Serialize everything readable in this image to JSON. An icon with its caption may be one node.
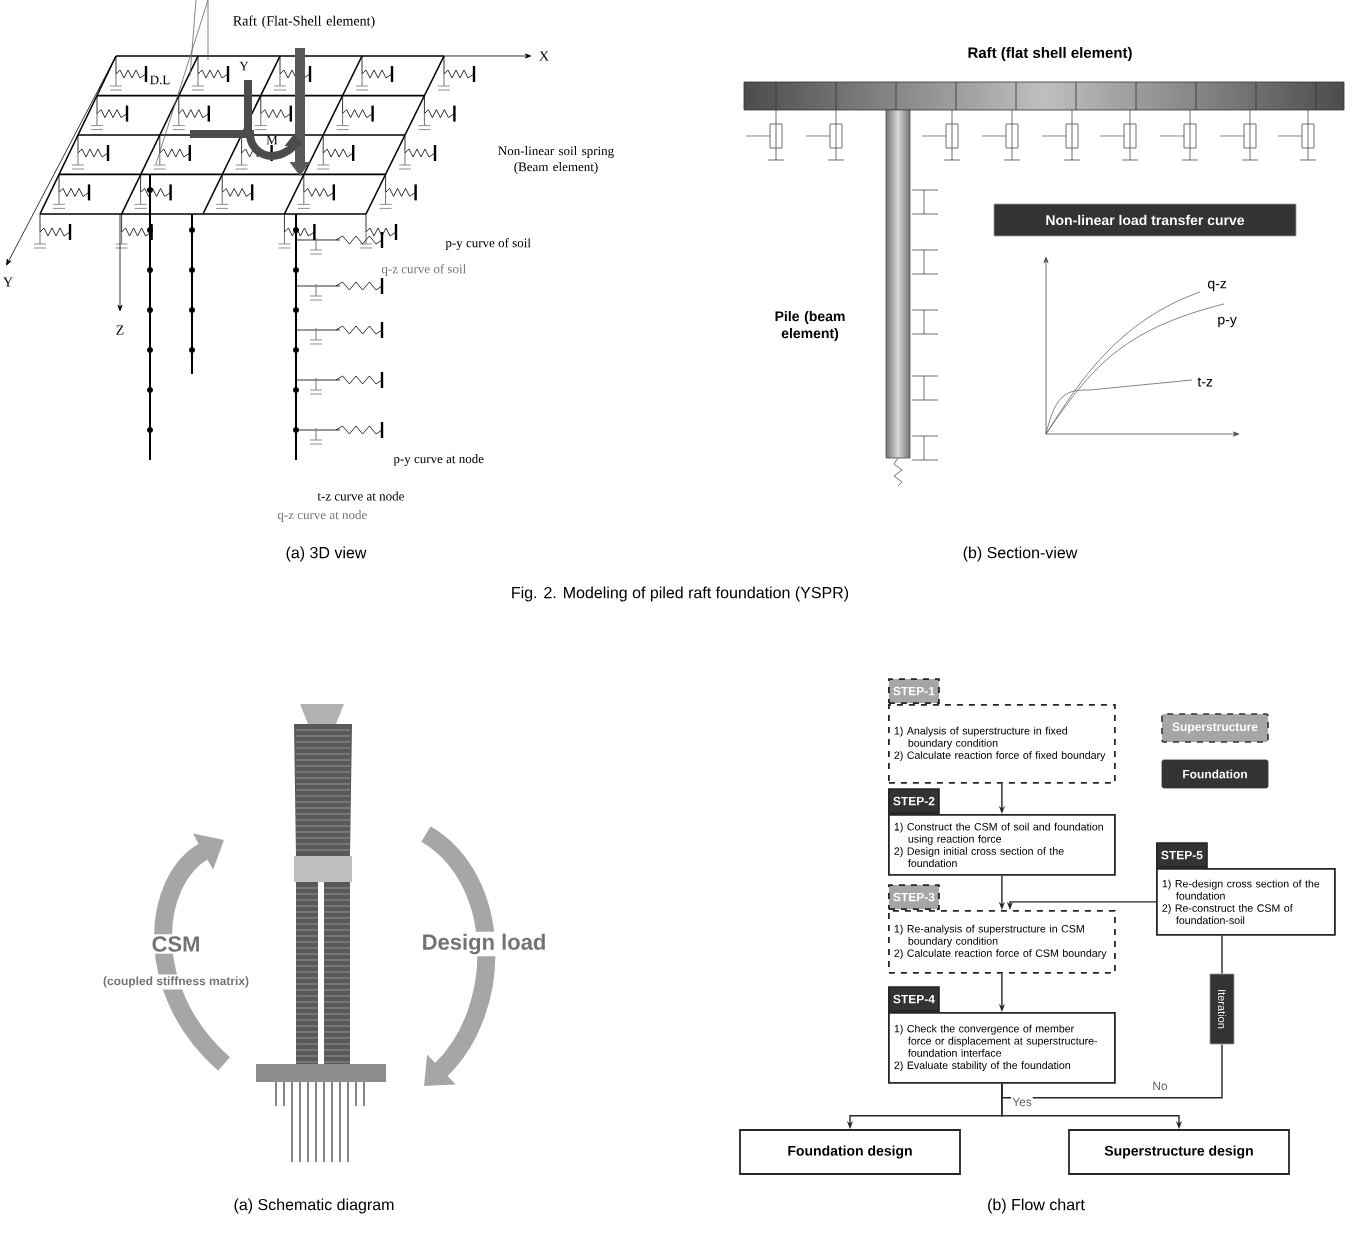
{
  "diagram": {
    "caption": "Fig. 2. Modeling of piled raft foundation (YSPR)",
    "nodes": [
      {
        "text": [
          "Non-linear load transfer curve"
        ]
      },
      {
        "text": [
          "STEP-1",
          "1) Analysis of superstructure in fixed boundary condition",
          "2) Calculate reaction force of fixed boundary"
        ]
      },
      {
        "text": [
          "STEP-2",
          "1) Construct the CSM of soil and foundation using reaction force",
          "2) Design initial cross section of the foundation"
        ]
      },
      {
        "text": [
          "STEP-3",
          "1) Re-analysis of superstructure in CSM boundary condition",
          "2) Calculate reaction force of CSM boundary"
        ]
      },
      {
        "text": [
          "STEP-4",
          "1) Check the convergence of member force or displacement at superstructure-foundation interface",
          "2) Evaluate stability of the foundation"
        ]
      },
      {
        "text": [
          "STEP-5",
          "1) Re-design cross section of the foundation",
          "2) Re-construct the CSM of foundation-soil"
        ]
      },
      {
        "text": [
          "Iteration"
        ]
      },
      {
        "text": [
          "Foundation design"
        ]
      },
      {
        "text": [
          "Superstructure design"
        ]
      }
    ],
    "edges": [
      {
        "from": 1,
        "to": 2,
        "arrow": "to"
      },
      {
        "from": 2,
        "to": 3,
        "arrow": "to"
      },
      {
        "from": 3,
        "to": 4,
        "arrow": "to"
      },
      {
        "from": 4,
        "to": 6,
        "arrow": "none",
        "label": "No"
      },
      {
        "from": 6,
        "to": 5,
        "arrow": "none"
      },
      {
        "from": 5,
        "to": 3,
        "arrow": "to"
      },
      {
        "from": 4,
        "to": 7,
        "arrow": "to"
      },
      {
        "from": 4,
        "to": 8,
        "arrow": "to",
        "label": "Yes"
      }
    ],
    "labels": [
      "Raft (Flat-Shell element)",
      "Raft (flat shell element)",
      "X",
      "D.L",
      "Y",
      "M",
      "Non-linear soil spring (Beam element)",
      "p-y curve of soil",
      "q-z curve of soil",
      "Y",
      "Z",
      "Pile (beam element)",
      "q-z",
      "p-y",
      "t-z",
      "p-y curve at node",
      "t-z curve at node",
      "q-z curve at node",
      "(a) 3D view",
      "(b) Section-view",
      "CSM",
      "(coupled stiffness matrix)",
      "Design load",
      "(a) Schematic diagram",
      "(b) Flow chart"
    ],
    "legend": [
      {
        "text": "Superstructure",
        "color": "#a6a6a6"
      },
      {
        "text": "Foundation",
        "color": "#333333"
      }
    ]
  }
}
